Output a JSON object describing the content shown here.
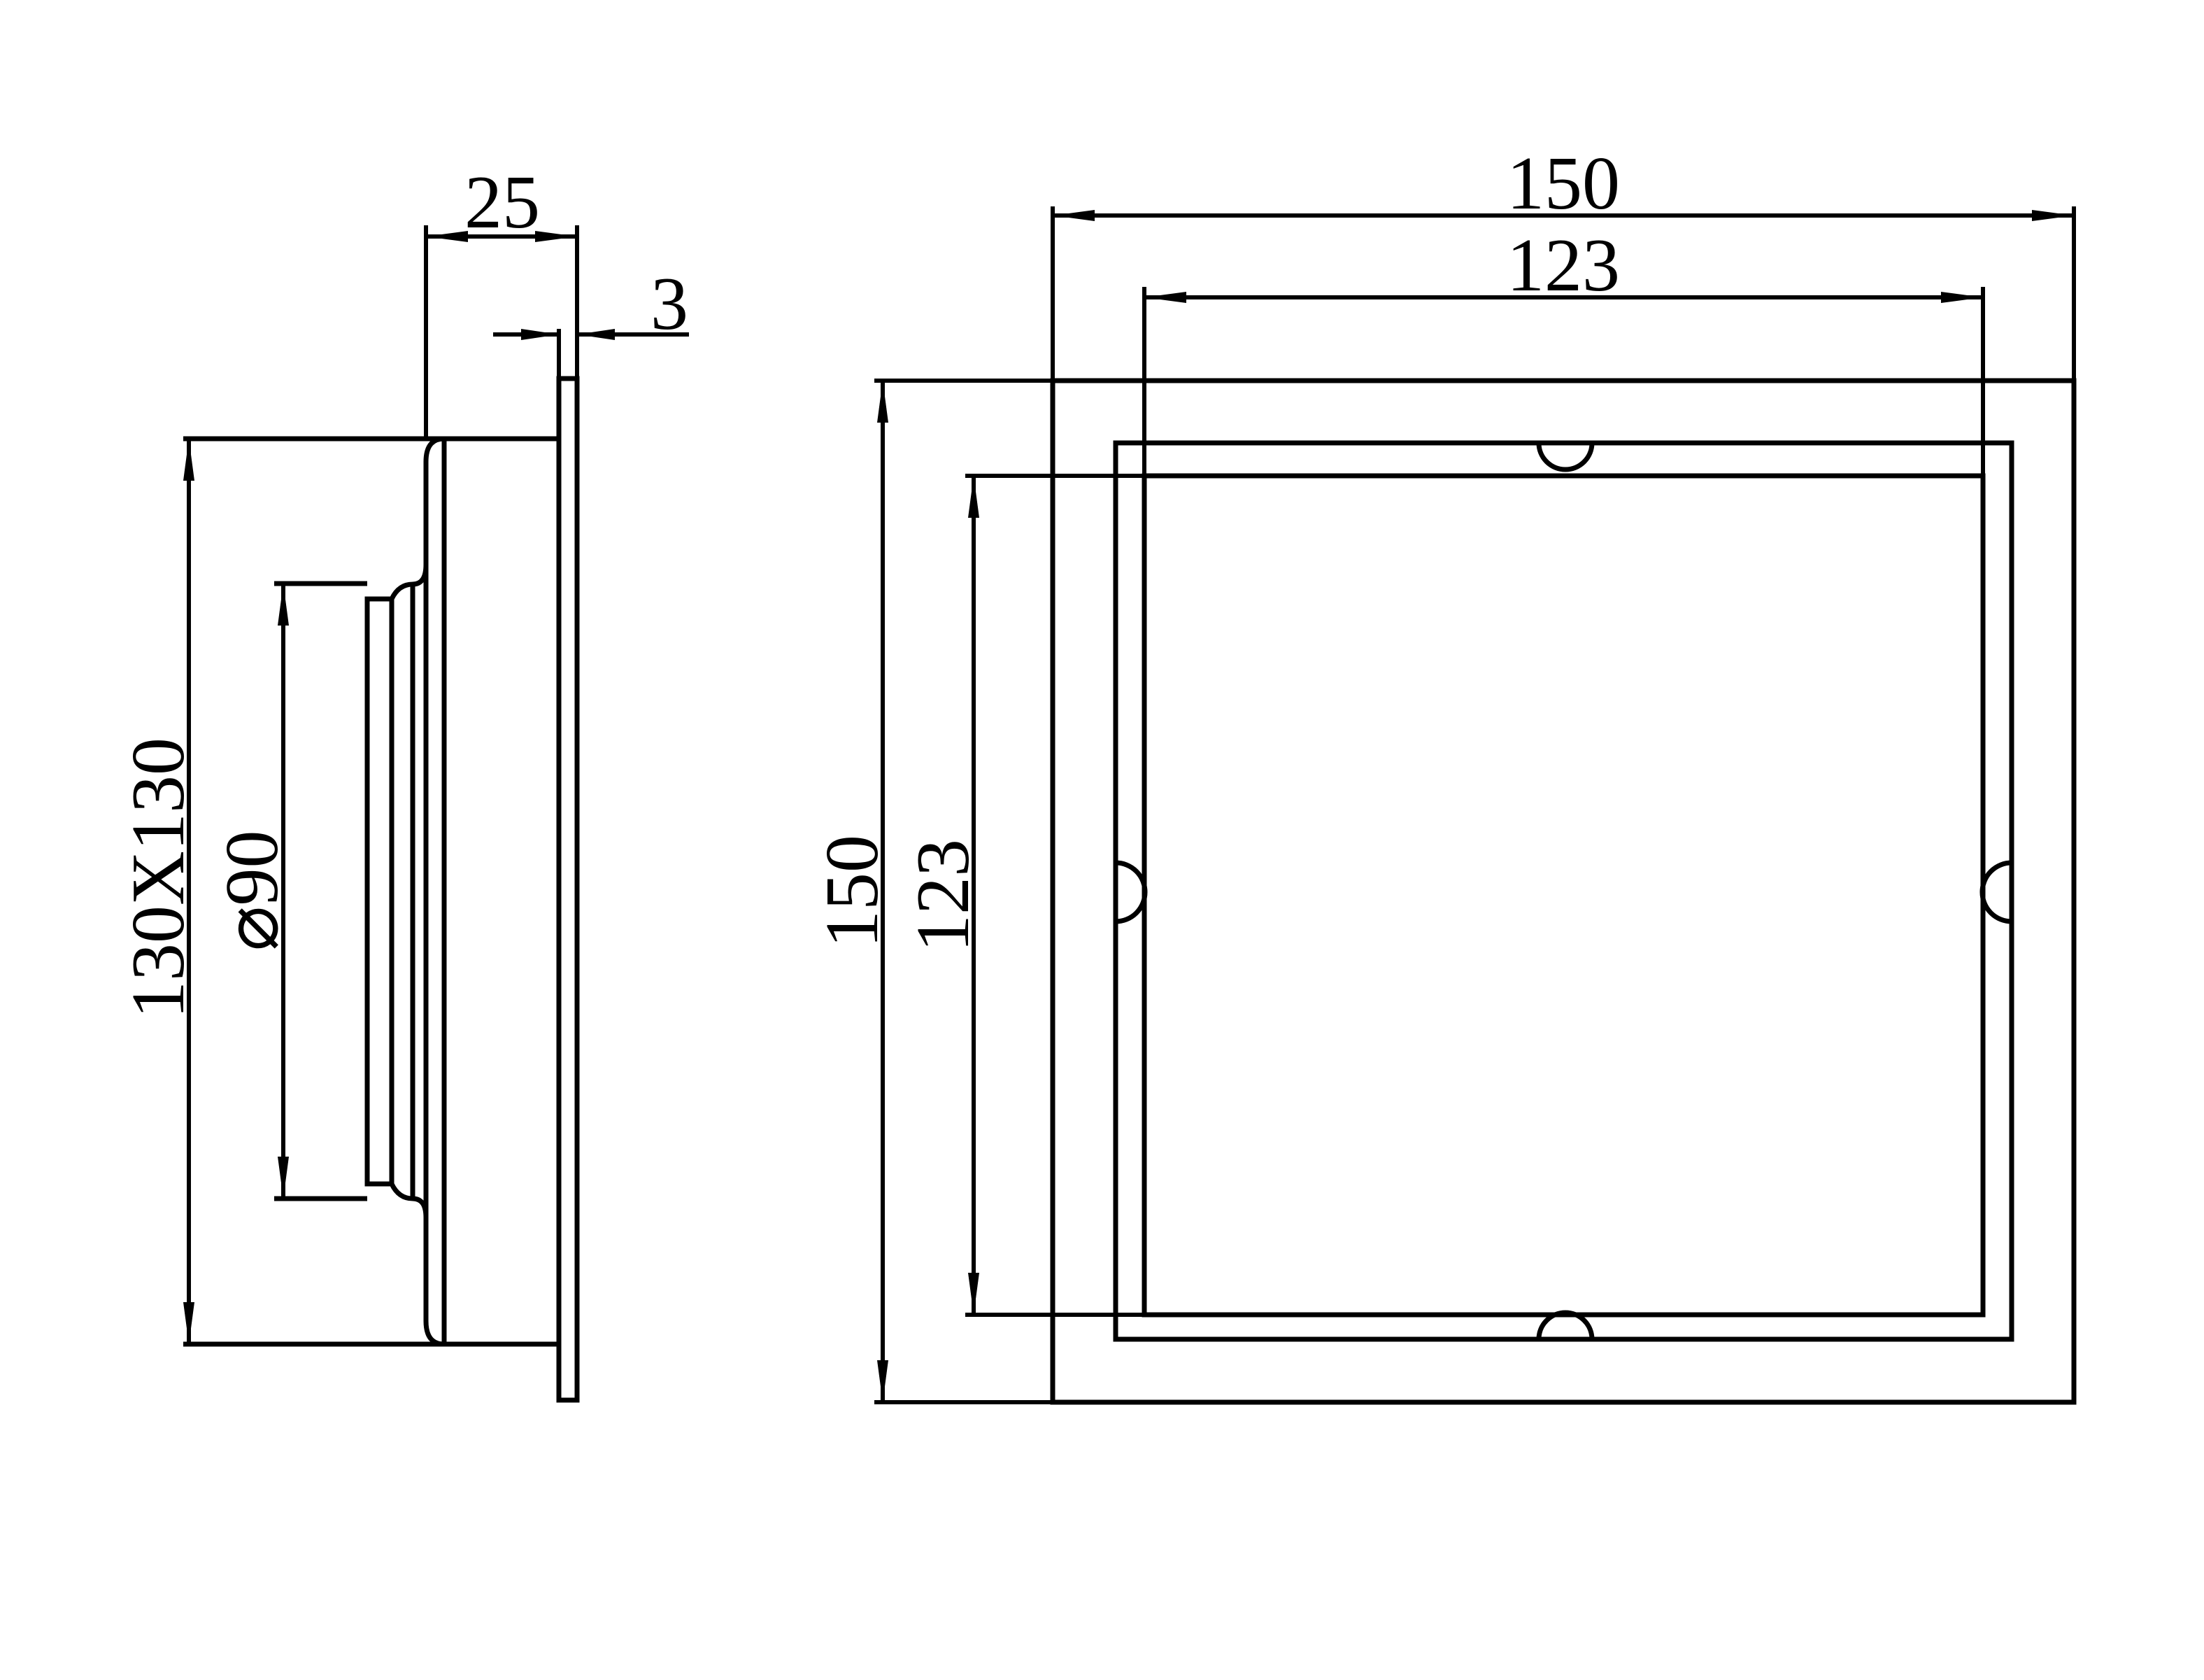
{
  "side_view": {
    "depth_label": "25",
    "flange_label": "3",
    "body_size_label": "130X130",
    "outlet_label": "⌀90"
  },
  "front_view": {
    "outer_width_label": "150",
    "inner_width_label": "123",
    "outer_height_label": "150",
    "inner_height_label": "123"
  },
  "colors": {
    "line": "#000000",
    "background": "#ffffff"
  }
}
